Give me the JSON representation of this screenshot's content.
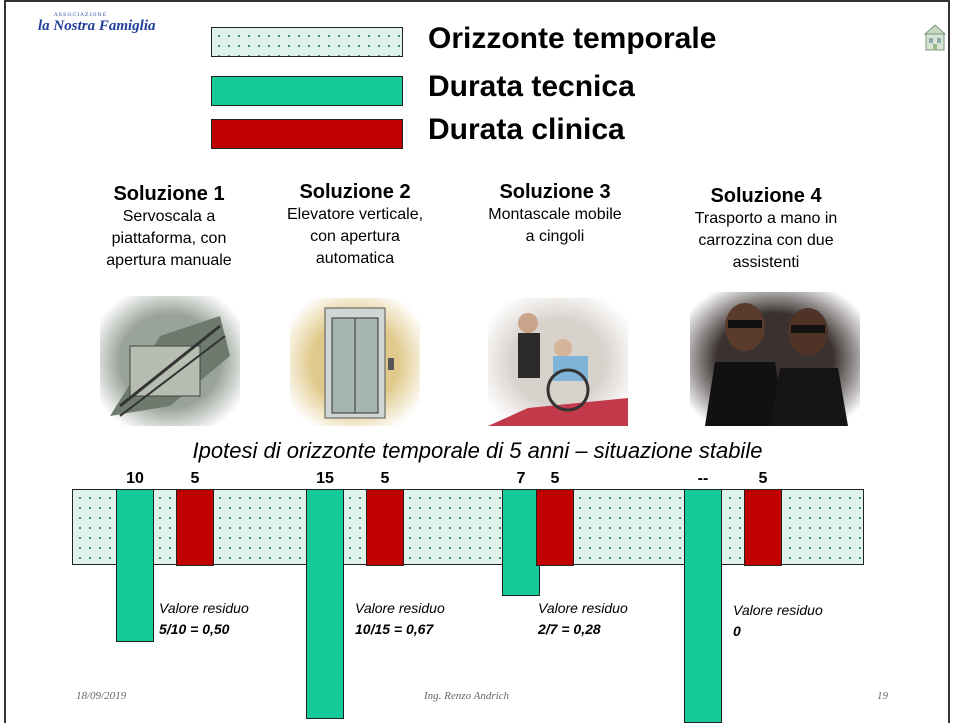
{
  "logo": {
    "association": "ASSOCIAZIONE",
    "text": "la Nostra Famiglia"
  },
  "legend": [
    {
      "label": "Orizzonte temporale",
      "pattern": "dotted",
      "color": "#dff3ea"
    },
    {
      "label": "Durata tecnica",
      "color": "#16c998"
    },
    {
      "label": "Durata clinica",
      "color": "#c00000"
    }
  ],
  "solutions": [
    {
      "title": "Soluzione 1",
      "desc1": "Servoscala a",
      "desc2": "piattaforma, con",
      "desc3": "apertura manuale"
    },
    {
      "title": "Soluzione 2",
      "desc1": "Elevatore verticale,",
      "desc2": "con apertura",
      "desc3": "automatica"
    },
    {
      "title": "Soluzione 3",
      "desc1": "Montascale mobile",
      "desc2": "a cingoli",
      "desc3": ""
    },
    {
      "title": "Soluzione 4",
      "desc1": "Trasporto a mano in",
      "desc2": "carrozzina con due",
      "desc3": "assistenti"
    }
  ],
  "hypothesis": "Ipotesi di orizzonte temporale di 5 anni – situazione stabile",
  "chart_data": {
    "type": "bar",
    "horizon_years": 5,
    "items": [
      {
        "technical_label": "10",
        "technical": 10,
        "clinical_label": "5",
        "clinical": 5,
        "residual_label": "Valore residuo",
        "residual_formula": "5/10 = 0,50",
        "residual": 0.5
      },
      {
        "technical_label": "15",
        "technical": 15,
        "clinical_label": "5",
        "clinical": 5,
        "residual_label": "Valore residuo",
        "residual_formula": "10/15 =  0,67",
        "residual": 0.67
      },
      {
        "technical_label": "7",
        "technical": 7,
        "clinical_label": "5",
        "clinical": 5,
        "residual_label": "Valore residuo",
        "residual_formula": "2/7 =  0,28",
        "residual": 0.28
      },
      {
        "technical_label": "--",
        "technical": null,
        "clinical_label": "5",
        "clinical": 5,
        "residual_label": "Valore residuo",
        "residual_formula": "0",
        "residual": 0
      }
    ]
  },
  "footer": {
    "date": "18/09/2019",
    "author": "Ing. Renzo Andrich",
    "page": "19"
  }
}
